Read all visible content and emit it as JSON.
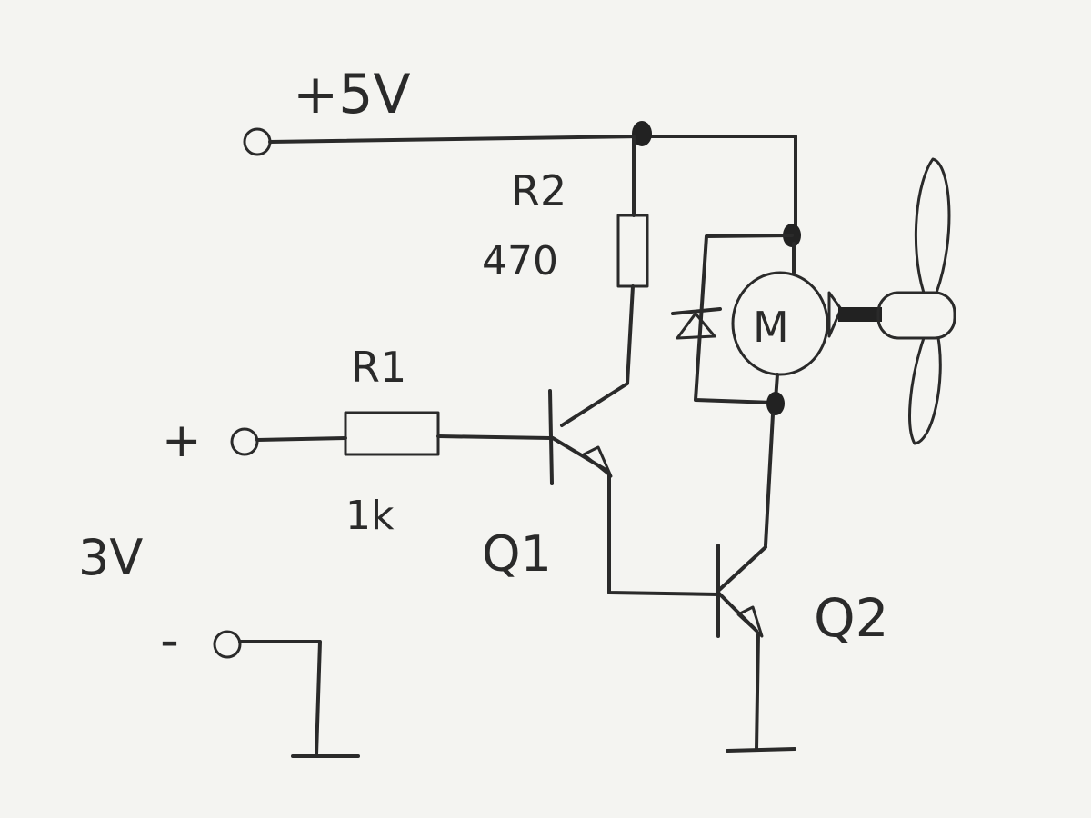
{
  "labels": {
    "supply_5v": "+5V",
    "r2_name": "R2",
    "r2_value": "470",
    "r1_name": "R1",
    "r1_value": "1k",
    "input_plus": "+",
    "input_minus": "-",
    "input_voltage": "3V",
    "q1": "Q1",
    "q2": "Q2",
    "motor": "M"
  },
  "colors": {
    "ink": "#2a2a2a",
    "paper": "#f4f4f1"
  }
}
